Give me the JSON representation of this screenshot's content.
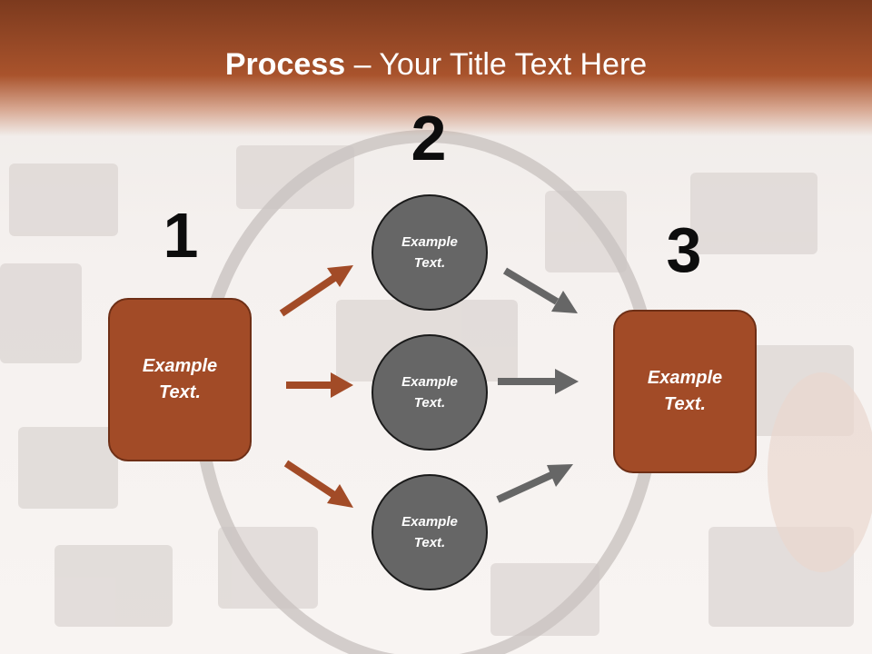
{
  "slide": {
    "title_bold": "Process",
    "title_rest": " – Your Title Text Here"
  },
  "steps": {
    "step1": {
      "number": "1",
      "text": "Example Text."
    },
    "step2": {
      "number": "2",
      "circles": [
        {
          "text": "Example Text."
        },
        {
          "text": "Example Text."
        },
        {
          "text": "Example Text."
        }
      ]
    },
    "step3": {
      "number": "3",
      "text": "Example Text."
    }
  },
  "colors": {
    "header": "#a9532c",
    "box_fill": "#a24b27",
    "circle_fill": "#666666",
    "arrow_left": "#a24b27",
    "arrow_right": "#666666"
  }
}
